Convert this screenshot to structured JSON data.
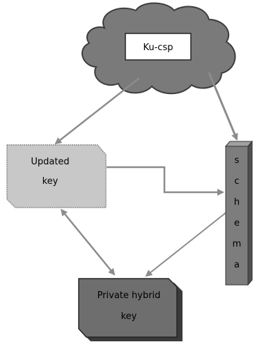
{
  "nodes": {
    "cloud": {
      "label": "Ku-csp"
    },
    "updated_key": {
      "label_line1": "Updated",
      "label_line2": "key"
    },
    "schema": {
      "letters": [
        "s",
        "c",
        "h",
        "e",
        "m",
        "a"
      ]
    },
    "private_key": {
      "label_line1": "Private hybrid",
      "label_line2": "key"
    }
  },
  "colors": {
    "cloud_fill": "#7a7a7a",
    "cloud_inner": "#ffffff",
    "updated_key_fill": "#c8c8c8",
    "schema_fill": "#7d7d7d",
    "private_key_fill": "#6e6e6e",
    "arrow": "#8c8c8c"
  }
}
